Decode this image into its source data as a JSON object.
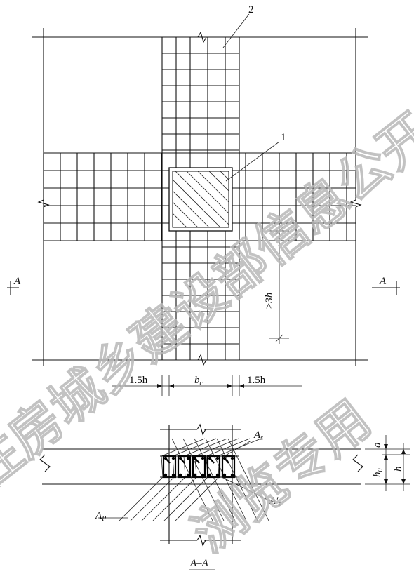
{
  "labels": {
    "callout1": "1",
    "callout2": "2",
    "dim_3h": "≥3h",
    "dim_1_5h": "1.5h",
    "dim_be": "b",
    "dim_be_sub": "c",
    "section_marker": "A",
    "As": "A",
    "As_sub": "s",
    "As_prime": "A′",
    "Ap": "A",
    "Ap_sub": "P",
    "a": "a",
    "h0": "h",
    "h0_sub": "0",
    "h": "h",
    "section_title": "A–A"
  },
  "watermark": {
    "text": "住房城乡建设部信息公开 浏览专用",
    "color": "#b8b8b8"
  }
}
